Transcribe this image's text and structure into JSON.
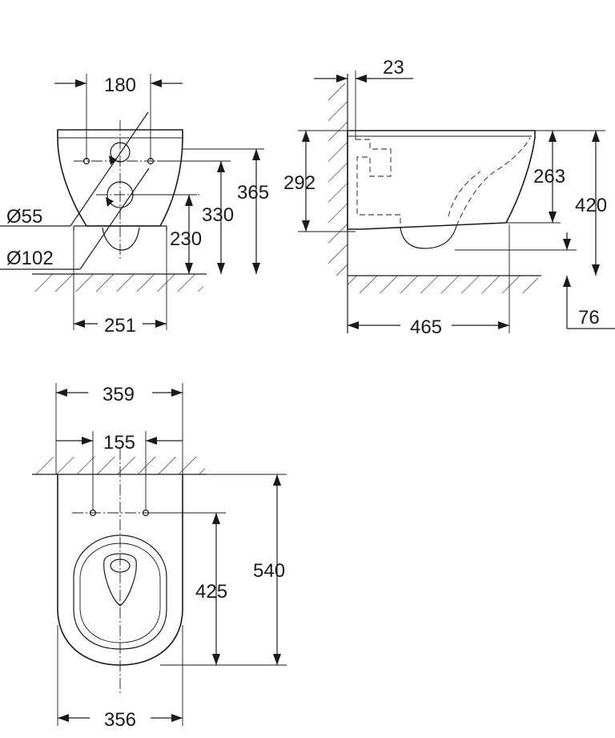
{
  "front_view": {
    "width_top": "180",
    "bolt_diameter": "Ø55",
    "inlet_diameter": "Ø102",
    "height_330": "330",
    "height_365": "365",
    "height_230": "230",
    "width_251": "251"
  },
  "side_view": {
    "wall_offset": "23",
    "height_292": "292",
    "height_263": "263",
    "height_420": "420",
    "length_465": "465",
    "height_76": "76"
  },
  "top_view": {
    "width_359": "359",
    "width_155": "155",
    "length_540": "540",
    "length_425": "425",
    "width_356": "356"
  },
  "colors": {
    "ink": "#1a1a1a",
    "background": "#ffffff"
  }
}
